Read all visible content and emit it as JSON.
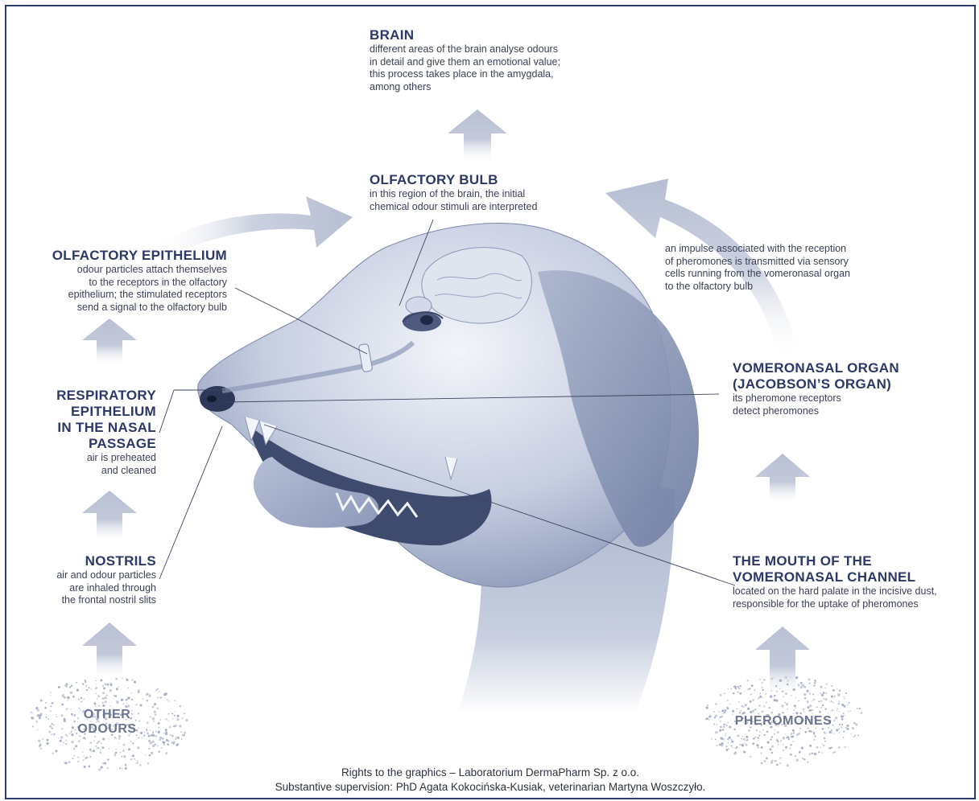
{
  "brain": {
    "title": "BRAIN",
    "lines": [
      "different areas of the brain analyse odours",
      "in detail and give them an emotional value;",
      "this process takes place in the amygdala,",
      "among others"
    ]
  },
  "olfactory_bulb": {
    "title": "OLFACTORY BULB",
    "lines": [
      "in this region of the brain, the initial",
      "chemical odour stimuli are interpreted"
    ]
  },
  "olfactory_epithelium": {
    "title": "OLFACTORY EPITHELIUM",
    "lines": [
      "odour particles attach themselves",
      "to the receptors in the olfactory",
      "epithelium; the stimulated receptors",
      "send a signal to the olfactory bulb"
    ]
  },
  "pheromone_impulse": {
    "lines": [
      "an impulse associated with the reception",
      "of pheromones is transmitted via sensory",
      "cells running from the vomeronasal organ",
      "to the olfactory bulb"
    ]
  },
  "respiratory_epithelium": {
    "title_lines": [
      "RESPIRATORY",
      "EPITHELIUM",
      "IN THE NASAL",
      "PASSAGE"
    ],
    "lines": [
      "air is preheated",
      "and cleaned"
    ]
  },
  "vomeronasal_organ": {
    "title_lines": [
      "VOMERONASAL ORGAN",
      "(JACOBSON’S ORGAN)"
    ],
    "lines": [
      "its pheromone receptors",
      "detect pheromones"
    ]
  },
  "nostrils": {
    "title": "NOSTRILS",
    "lines": [
      "air and odour particles",
      "are inhaled through",
      "the frontal nostril slits"
    ]
  },
  "vomeronasal_channel": {
    "title_lines": [
      "THE MOUTH OF THE",
      "VOMERONASAL CHANNEL"
    ],
    "lines": [
      "located on the hard palate in the incisive dust,",
      "responsible for the uptake of pheromones"
    ]
  },
  "other_odours": {
    "lines": [
      "OTHER",
      "ODOURS"
    ]
  },
  "pheromones": {
    "lines": [
      "PHEROMONES"
    ]
  },
  "credits": {
    "line1": "Rights to the graphics – Laboratorium DermaPharm Sp. z o.o.",
    "line2": "Substantive supervision: PhD Agata Kokocińska-Kusiak, veterinarian Martyna Woszczyło."
  },
  "colors": {
    "arrow": "#c3c9da",
    "title": "#2b3868",
    "frame": "#2c3a6e",
    "illustration": "#6b7ba3"
  }
}
